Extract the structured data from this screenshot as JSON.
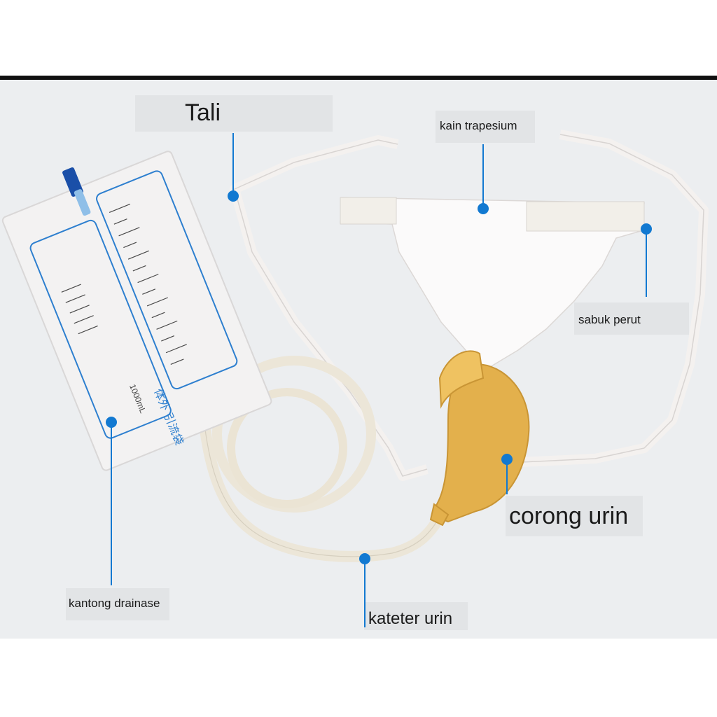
{
  "labels": {
    "tali": "Tali",
    "kain_trapesium": "kain trapesium",
    "sabuk_perut": "sabuk perut",
    "corong_urin": "corong urin",
    "kateter_urin": "kateter urin",
    "kantong_drainase": "kantong drainase"
  },
  "bag_print": {
    "volume": "1000mL",
    "chinese_text": "体外 引流袋"
  },
  "colors": {
    "background": "#eceef0",
    "marker": "#1279d1",
    "top_border": "#111111",
    "funnel": "#e3b04c",
    "tube": "#ece6d8",
    "fabric": "#fbfafa",
    "bag_line": "#2d7fcf"
  }
}
